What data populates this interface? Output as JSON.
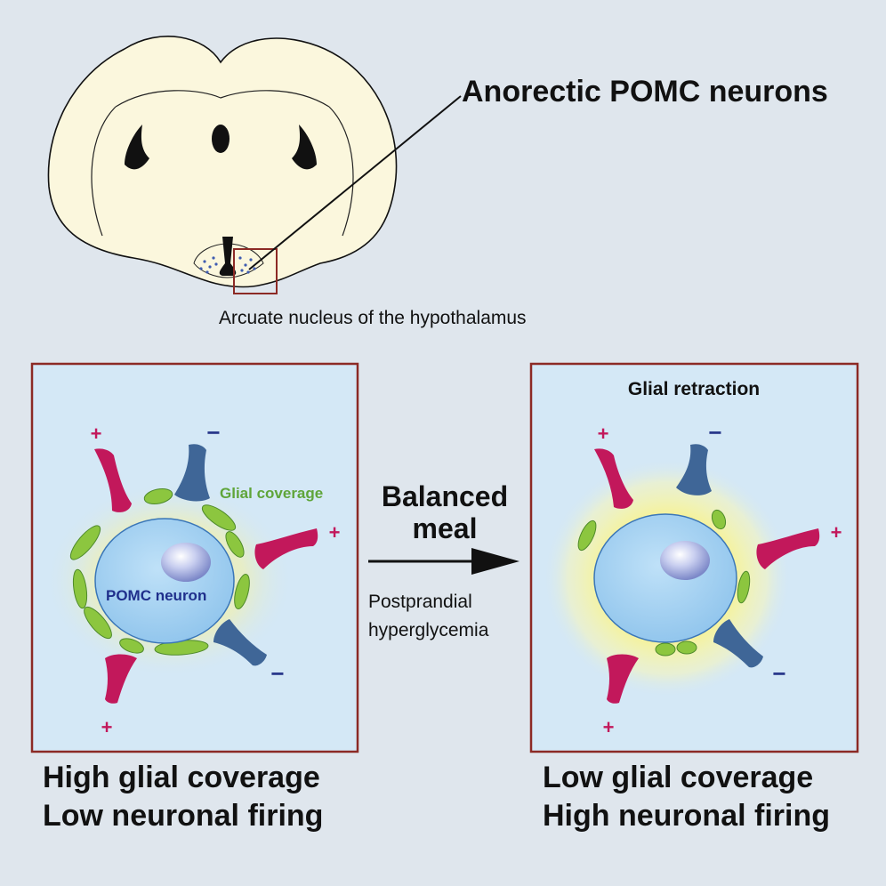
{
  "title": "Anorectic POMC neurons",
  "region_label": "Arcuate nucleus of the hypothalamus",
  "left_panel": {
    "glial_label": "Glial coverage",
    "neuron_label": "POMC neuron",
    "caption_line1": "High glial coverage",
    "caption_line2": "Low neuronal firing"
  },
  "transition": {
    "heading_line1": "Balanced",
    "heading_line2": "meal",
    "sub_line1": "Postprandial",
    "sub_line2": "hyperglycemia"
  },
  "right_panel": {
    "title": "Glial retraction",
    "caption_line1": "Low glial coverage",
    "caption_line2": "High neuronal firing"
  },
  "signs": {
    "plus": "+",
    "minus": "−"
  },
  "colors": {
    "background": "#dfe6ed",
    "brain_fill": "#fbf7dd",
    "box_border": "#8c2a25",
    "panel_fill": "#d4e8f6",
    "neuron_fill": "#a8d4f2",
    "glia": "#8cc63f",
    "excitatory": "#c2185b",
    "inhibitory": "#3f6697",
    "sign_plus": "#c2185b",
    "sign_minus": "#2b3a8c",
    "glial_text": "#5fa53a",
    "neuron_text": "#1f2f8c",
    "glow": "#f6f39b"
  }
}
